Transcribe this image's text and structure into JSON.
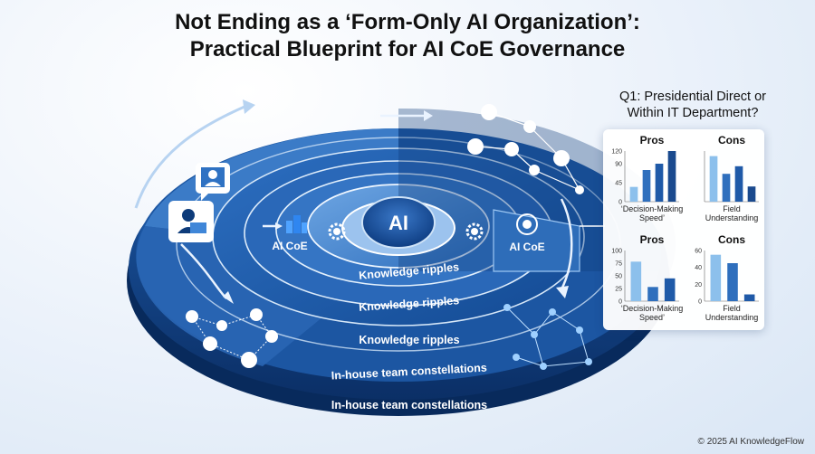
{
  "header": {
    "title_line1": "Not Ending as a ‘Form-Only AI Organization’:",
    "title_line2": "Practical Blueprint for AI CoE Governance"
  },
  "diagram": {
    "core_label": "AI",
    "coe_left": "AI CoE",
    "coe_right": "AI CoE",
    "rings": [
      "Knowledge ripples",
      "Knowledge ripples",
      "Knowledge ripples",
      "In-house team constellations",
      "In-house team constellations"
    ],
    "icons": [
      "building-icon",
      "gear-icon",
      "brain-icon",
      "user-laptop-icon",
      "chat-user-icon",
      "network-user-icon"
    ],
    "colors": {
      "dark": "#0d3b7a",
      "mid": "#1f5fae",
      "light": "#4f8fd6",
      "pale": "#b9d4f0"
    }
  },
  "question": {
    "line1": "Q1: Presidential Direct or",
    "line2": "Within IT Department?"
  },
  "chart_data": [
    {
      "type": "bar",
      "title": "Pros",
      "categories": [
        "‘Decision-Making",
        "Speed’"
      ],
      "xlabel": "‘Decision-Making Speed’",
      "values": [
        35,
        75,
        90,
        120
      ],
      "ylim": [
        0,
        120
      ],
      "yticks": [
        0,
        45,
        90,
        120
      ]
    },
    {
      "type": "bar",
      "title": "Cons",
      "categories": [
        "Field",
        "Understanding"
      ],
      "xlabel": "Field Understanding",
      "values": [
        90,
        55,
        70,
        30
      ],
      "ylim": [
        0,
        100
      ],
      "yticks": []
    },
    {
      "type": "bar",
      "title": "Pros",
      "categories": [
        "‘Decision-Making",
        "Speed’"
      ],
      "xlabel": "‘Decision-Making Speed’",
      "values": [
        78,
        28,
        45
      ],
      "ylim": [
        0,
        100
      ],
      "yticks": [
        0,
        25,
        50,
        75,
        100
      ]
    },
    {
      "type": "bar",
      "title": "Cons",
      "categories": [
        "Field",
        "Understanding"
      ],
      "xlabel": "Field Understanding",
      "values": [
        55,
        45,
        8
      ],
      "ylim": [
        0,
        60
      ],
      "yticks": [
        0,
        20,
        40,
        60
      ]
    }
  ],
  "footer": {
    "copyright": "© 2025 AI KnowledgeFlow"
  }
}
